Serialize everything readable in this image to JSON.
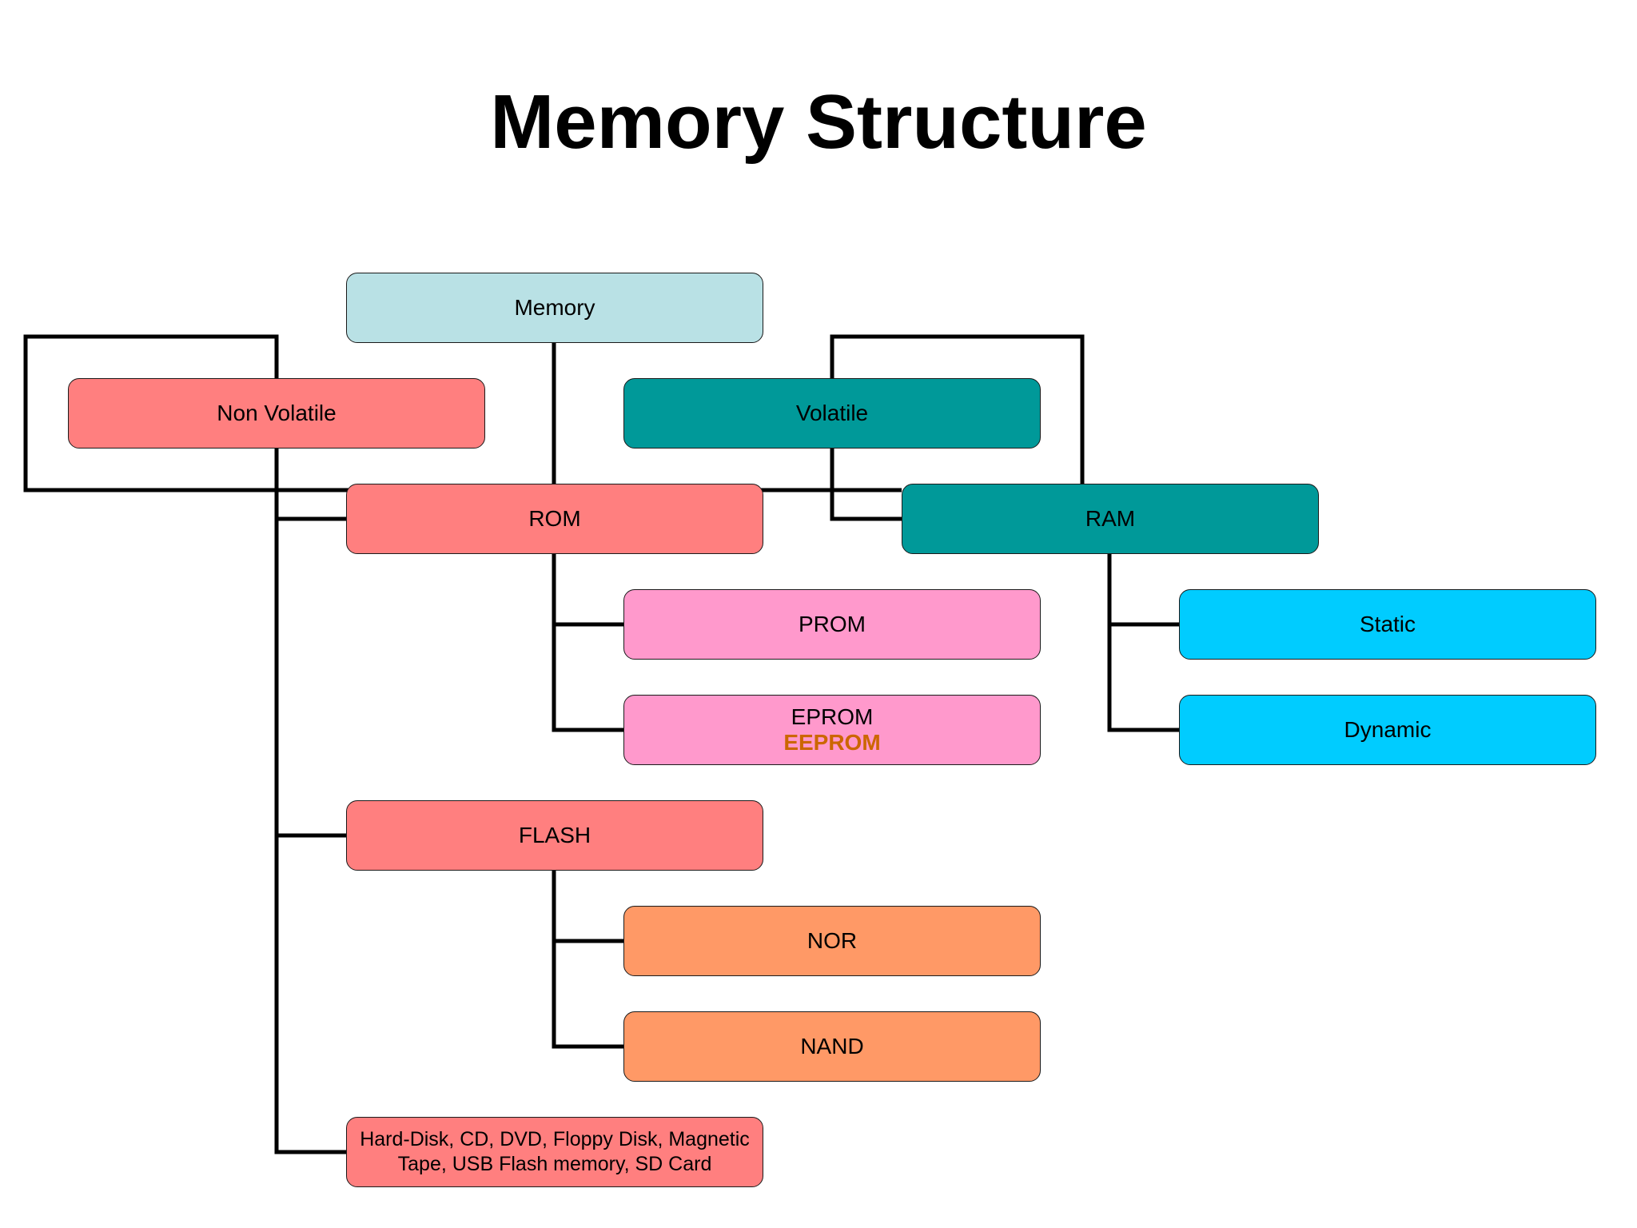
{
  "title": "Memory Structure",
  "nodes": {
    "memory": "Memory",
    "non_volatile": "Non Volatile",
    "volatile": "Volatile",
    "rom": "ROM",
    "ram": "RAM",
    "prom": "PROM",
    "eprom": "EPROM",
    "eeprom": "EEPROM",
    "static": "Static",
    "dynamic": "Dynamic",
    "flash": "FLASH",
    "nor": "NOR",
    "nand": "NAND",
    "storage_line1": "Hard-Disk, CD, DVD, Floppy Disk, Magnetic",
    "storage_line2": "Tape, USB Flash memory, SD Card"
  },
  "colors": {
    "memory": "#b9e1e5",
    "non_volatile": "#ff7f7f",
    "volatile": "#009999",
    "prom_eprom": "#ff99cc",
    "eeprom_text": "#cc6600",
    "static_dynamic": "#00ccff",
    "nor_nand": "#ff9966",
    "connector": "#000000"
  }
}
